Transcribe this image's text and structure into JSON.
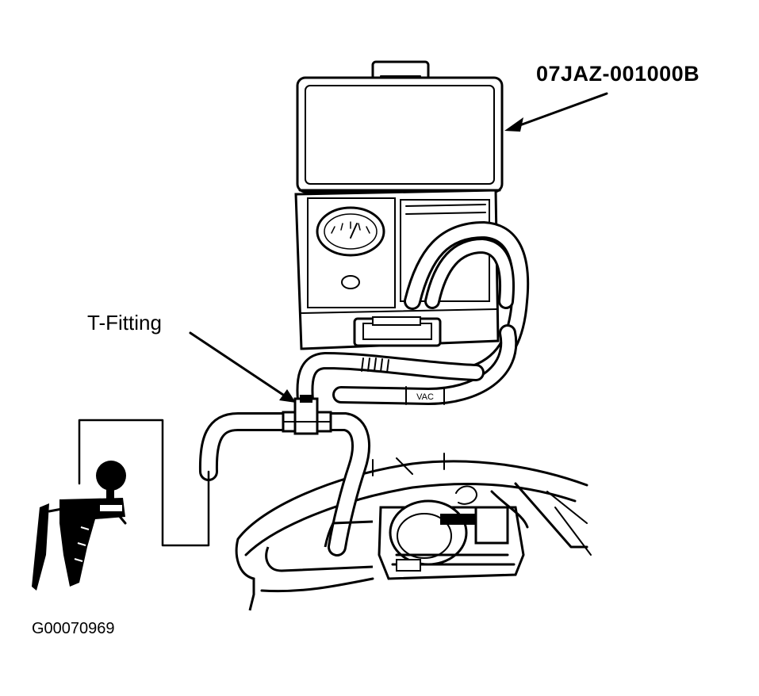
{
  "labels": {
    "part_number": "07JAZ-001000B",
    "t_fitting": "T-Fitting",
    "figure_id": "G00070969",
    "hose_tag": "VAC"
  },
  "colors": {
    "ink": "#000000",
    "paper": "#ffffff",
    "hose_fill": "#ffffff",
    "solid_fill": "#000000"
  }
}
